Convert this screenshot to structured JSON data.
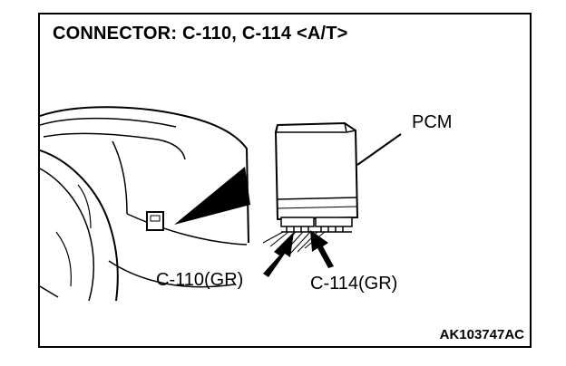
{
  "title": "CONNECTOR: C-110, C-114 <A/T>",
  "labels": {
    "pcm": "PCM",
    "connector_c110": "C-110(GR)",
    "connector_c114": "C-114(GR)"
  },
  "figure_code": "AK103747AC",
  "colors": {
    "line": "#000000",
    "background": "#ffffff"
  }
}
